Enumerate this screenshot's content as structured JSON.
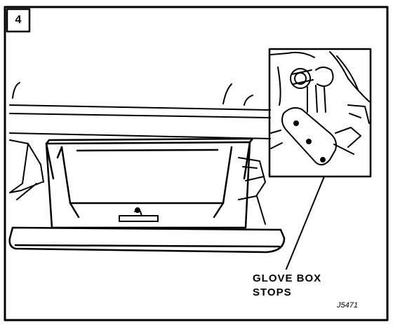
{
  "figure": {
    "number": "4",
    "code": "J5471"
  },
  "callout": {
    "line1": "GLOVE BOX",
    "line2": "STOPS"
  },
  "colors": {
    "ink": "#000000",
    "paper": "#ffffff"
  }
}
